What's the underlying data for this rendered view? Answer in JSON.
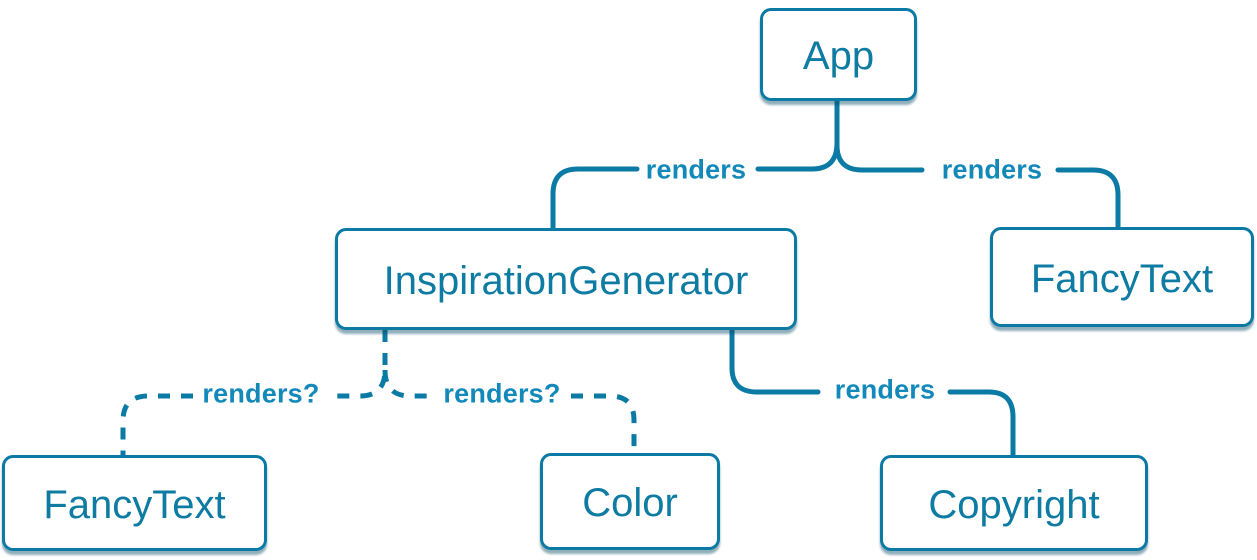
{
  "diagram": {
    "type": "component-render-tree",
    "nodes": {
      "app": {
        "label": "App"
      },
      "inspiration_generator": {
        "label": "InspirationGenerator"
      },
      "fancy_text_top": {
        "label": "FancyText"
      },
      "fancy_text_bottom": {
        "label": "FancyText"
      },
      "color": {
        "label": "Color"
      },
      "copyright": {
        "label": "Copyright"
      }
    },
    "edges": {
      "app_to_inspiration_generator": {
        "label": "renders",
        "style": "solid"
      },
      "app_to_fancy_text": {
        "label": "renders",
        "style": "solid"
      },
      "inspiration_generator_to_fancy_text": {
        "label": "renders?",
        "style": "dashed"
      },
      "inspiration_generator_to_color": {
        "label": "renders?",
        "style": "dashed"
      },
      "inspiration_generator_to_copyright": {
        "label": "renders",
        "style": "solid"
      }
    },
    "colors": {
      "stroke": "#0b7aa4",
      "node_text": "#0e7ba3",
      "label_text": "#1389ba",
      "node_fill": "#ffffff",
      "background": "#ffffff"
    }
  }
}
